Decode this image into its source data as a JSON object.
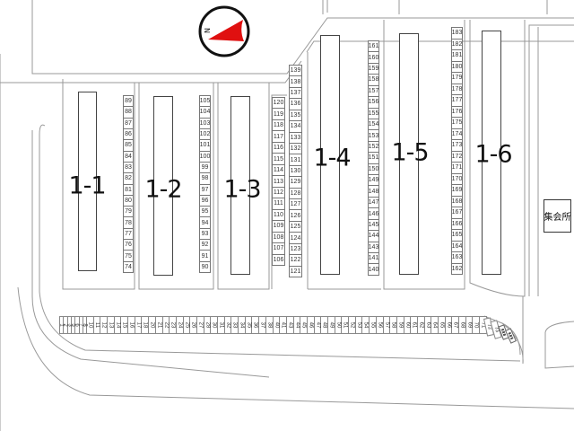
{
  "map": {
    "compass": {
      "label": "N",
      "needle_color": "#e01010"
    },
    "facility": {
      "label": "集会所"
    },
    "sections": [
      {
        "label": "1-1"
      },
      {
        "label": "1-2"
      },
      {
        "label": "1-3"
      },
      {
        "label": "1-4"
      },
      {
        "label": "1-5"
      },
      {
        "label": "1-6"
      }
    ],
    "space_columns": [
      {
        "numbers": [
          "89",
          "88",
          "87",
          "86",
          "85",
          "84",
          "83",
          "82",
          "81",
          "80",
          "79",
          "78",
          "77",
          "76",
          "75",
          "74"
        ]
      },
      {
        "numbers": [
          "105",
          "104",
          "103",
          "102",
          "101",
          "100",
          "99",
          "98",
          "97",
          "96",
          "95",
          "94",
          "93",
          "92",
          "91",
          "90"
        ]
      },
      {
        "numbers": [
          "120",
          "119",
          "118",
          "117",
          "116",
          "115",
          "114",
          "113",
          "112",
          "111",
          "110",
          "109",
          "108",
          "107",
          "106"
        ]
      },
      {
        "numbers": [
          "139",
          "138",
          "137",
          "136",
          "135",
          "134",
          "133",
          "132",
          "131",
          "130",
          "129",
          "128",
          "127",
          "126",
          "125",
          "124",
          "123",
          "122",
          "121"
        ]
      },
      {
        "numbers": [
          "161",
          "160",
          "159",
          "158",
          "157",
          "156",
          "155",
          "154",
          "153",
          "152",
          "151",
          "150",
          "149",
          "148",
          "147",
          "146",
          "145",
          "144",
          "143",
          "141",
          "140"
        ]
      },
      {
        "numbers": [
          "183",
          "182",
          "181",
          "180",
          "179",
          "178",
          "177",
          "176",
          "175",
          "174",
          "173",
          "172",
          "171",
          "170",
          "169",
          "168",
          "167",
          "166",
          "165",
          "164",
          "163",
          "162"
        ]
      }
    ],
    "bottom_row": {
      "numbers": [
        "1",
        "2",
        "3",
        "5",
        "6",
        "7",
        "8",
        "10",
        "11",
        "12",
        "13",
        "14",
        "15",
        "16",
        "17",
        "18",
        "20",
        "21",
        "22",
        "23",
        "24",
        "25",
        "26",
        "27",
        "28",
        "30",
        "31",
        "32",
        "33",
        "34",
        "35",
        "36",
        "37",
        "38",
        "40",
        "41",
        "43",
        "44",
        "45",
        "46",
        "47",
        "48",
        "49",
        "50",
        "51",
        "52",
        "53",
        "54",
        "55",
        "56",
        "57",
        "58",
        "59",
        "60",
        "61",
        "62",
        "63",
        "64",
        "65",
        "66",
        "67",
        "68",
        "69",
        "70",
        "71"
      ],
      "angled": [
        "72",
        "73"
      ]
    }
  }
}
